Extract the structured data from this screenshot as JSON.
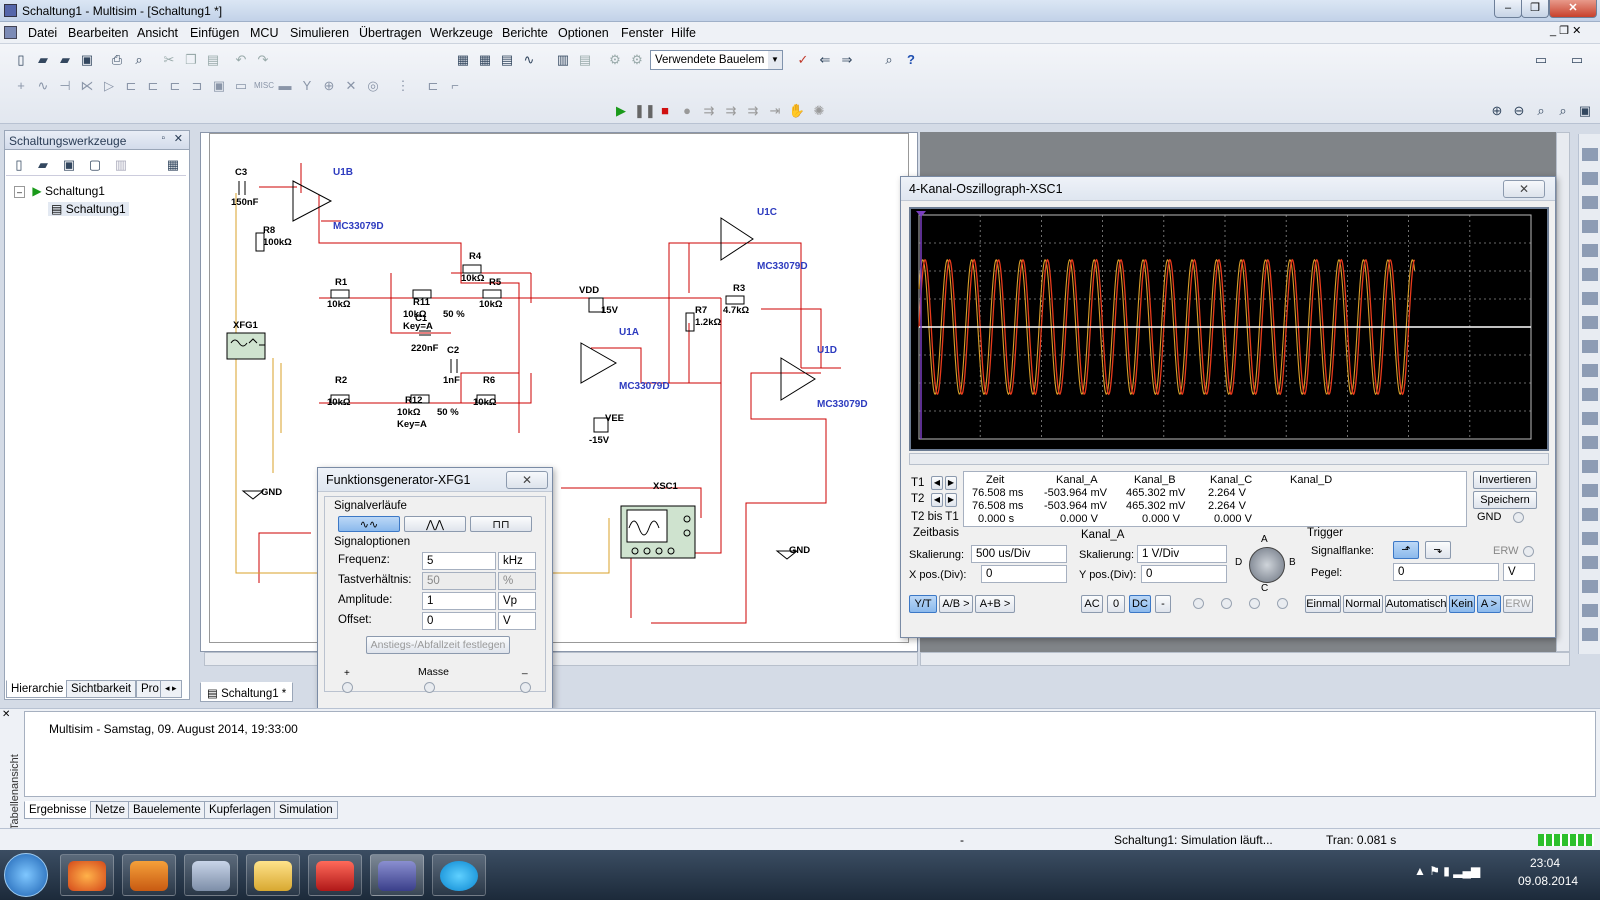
{
  "window": {
    "title": "Schaltung1 - Multisim - [Schaltung1 *]"
  },
  "menu": [
    "Datei",
    "Bearbeiten",
    "Ansicht",
    "Einfügen",
    "MCU",
    "Simulieren",
    "Übertragen",
    "Werkzeuge",
    "Berichte",
    "Optionen",
    "Fenster",
    "Hilfe"
  ],
  "toolbar": {
    "component_combo": "Verwendete Bauelem"
  },
  "sidebar": {
    "title": "Schaltungswerkzeuge",
    "tree_root": "Schaltung1",
    "tree_child": "Schaltung1",
    "tabs": [
      "Hierarchie",
      "Sichtbarkeit",
      "Pro"
    ]
  },
  "schematic": {
    "doc_tab": "Schaltung1 *",
    "labels": {
      "c3": "C3",
      "c3v": "150nF",
      "u1b": "U1B",
      "u1b_part": "MC33079D",
      "r8": "R8",
      "r8v": "100kΩ",
      "xfg1": "XFG1",
      "r1": "R1",
      "r1v": "10kΩ",
      "r11": "R11",
      "r11v": "10kΩ",
      "r11k": "Key=A",
      "r11p": "50 %",
      "c1": "C1",
      "c1v": "220nF",
      "r4": "R4",
      "r4v": "10kΩ",
      "r5": "R5",
      "r5v": "10kΩ",
      "vdd": "VDD",
      "vddv": "15V",
      "u1a": "U1A",
      "u1a_part": "MC33079D",
      "u1c": "U1C",
      "u1c_part": "MC33079D",
      "r7": "R7",
      "r7v": "1.2kΩ",
      "r3": "R3",
      "r3v": "4.7kΩ",
      "u1d": "U1D",
      "u1d_part": "MC33079D",
      "r2": "R2",
      "r2v": "10kΩ",
      "c2": "C2",
      "c2v": "1nF",
      "r12": "R12",
      "r12v": "10kΩ",
      "r12k": "Key=A",
      "r12p": "50 %",
      "r6": "R6",
      "r6v": "10kΩ",
      "vee": "VEE",
      "veev": "-15V",
      "gnd1": "GND",
      "gnd2": "GND",
      "xsc1": "XSC1"
    }
  },
  "funcgen": {
    "title": "Funktionsgenerator-XFG1",
    "waveforms_label": "Signalverläufe",
    "options_label": "Signaloptionen",
    "rows": [
      {
        "label": "Frequenz:",
        "value": "5",
        "unit": "kHz",
        "disabled": false
      },
      {
        "label": "Tastverhältnis:",
        "value": "50",
        "unit": "%",
        "disabled": true
      },
      {
        "label": "Amplitude:",
        "value": "1",
        "unit": "Vp",
        "disabled": false
      },
      {
        "label": "Offset:",
        "value": "0",
        "unit": "V",
        "disabled": false
      }
    ],
    "rise_button": "Anstiegs-/Abfallzeit festlegen",
    "plus": "+",
    "masse": "Masse",
    "minus": "_"
  },
  "oscilloscope": {
    "title": "4-Kanal-Oszillograph-XSC1",
    "readout": {
      "headers": [
        "Zeit",
        "Kanal_A",
        "Kanal_B",
        "Kanal_C",
        "Kanal_D"
      ],
      "rows": [
        {
          "label": "T1",
          "values": [
            "76.508 ms",
            "-503.964 mV",
            "465.302 mV",
            "2.264 V",
            ""
          ]
        },
        {
          "label": "T2",
          "values": [
            "76.508 ms",
            "-503.964 mV",
            "465.302 mV",
            "2.264 V",
            ""
          ]
        },
        {
          "label": "T2 bis T1",
          "values": [
            "0.000 s",
            "0.000 V",
            "0.000 V",
            "0.000 V",
            ""
          ]
        }
      ]
    },
    "invert_button": "Invertieren",
    "save_button": "Speichern",
    "gnd_label": "GND",
    "timebase": {
      "title": "Zeitbasis",
      "scale_label": "Skalierung:",
      "scale": "500 us/Div",
      "xpos_label": "X pos.(Div):",
      "xpos": "0"
    },
    "channel": {
      "title": "Kanal_A",
      "scale_label": "Skalierung:",
      "scale": "1  V/Div",
      "ypos_label": "Y pos.(Div):",
      "ypos": "0",
      "knob_a": "A",
      "knob_b": "B",
      "knob_c": "C",
      "knob_d": "D"
    },
    "trigger": {
      "title": "Trigger",
      "edge_label": "Signalflanke:",
      "level_label": "Pegel:",
      "level": "0",
      "level_unit": "V",
      "erw": "ERW"
    },
    "bottom_buttons": {
      "yt": "Y/T",
      "ab": "A/B >",
      "apb": "A+B >",
      "ac": "AC",
      "zero": "0",
      "dc": "DC",
      "minus": "-",
      "once": "Einmal",
      "normal": "Normal",
      "auto": "Automatisch",
      "none": "Kein",
      "asel": "A >",
      "erw": "ERW"
    },
    "traces": {
      "a_color": "#e83a1c",
      "b_color": "#d9a02a",
      "c_color": "#ffffff",
      "frequency_khz": 5,
      "amplitude_v": 1,
      "time_per_div_us": 500,
      "volts_per_div": 1
    }
  },
  "output": {
    "side_label": "Tabellenansicht",
    "log": "Multisim  -  Samstag, 09. August 2014, 19:33:00",
    "tabs": [
      "Ergebnisse",
      "Netze",
      "Bauelemente",
      "Kupferlagen",
      "Simulation"
    ]
  },
  "statusbar": {
    "dash": "-",
    "sim": "Schaltung1: Simulation läuft...",
    "tran": "Tran: 0.081 s"
  },
  "taskbar": {
    "time": "23:04",
    "date": "09.08.2014"
  }
}
